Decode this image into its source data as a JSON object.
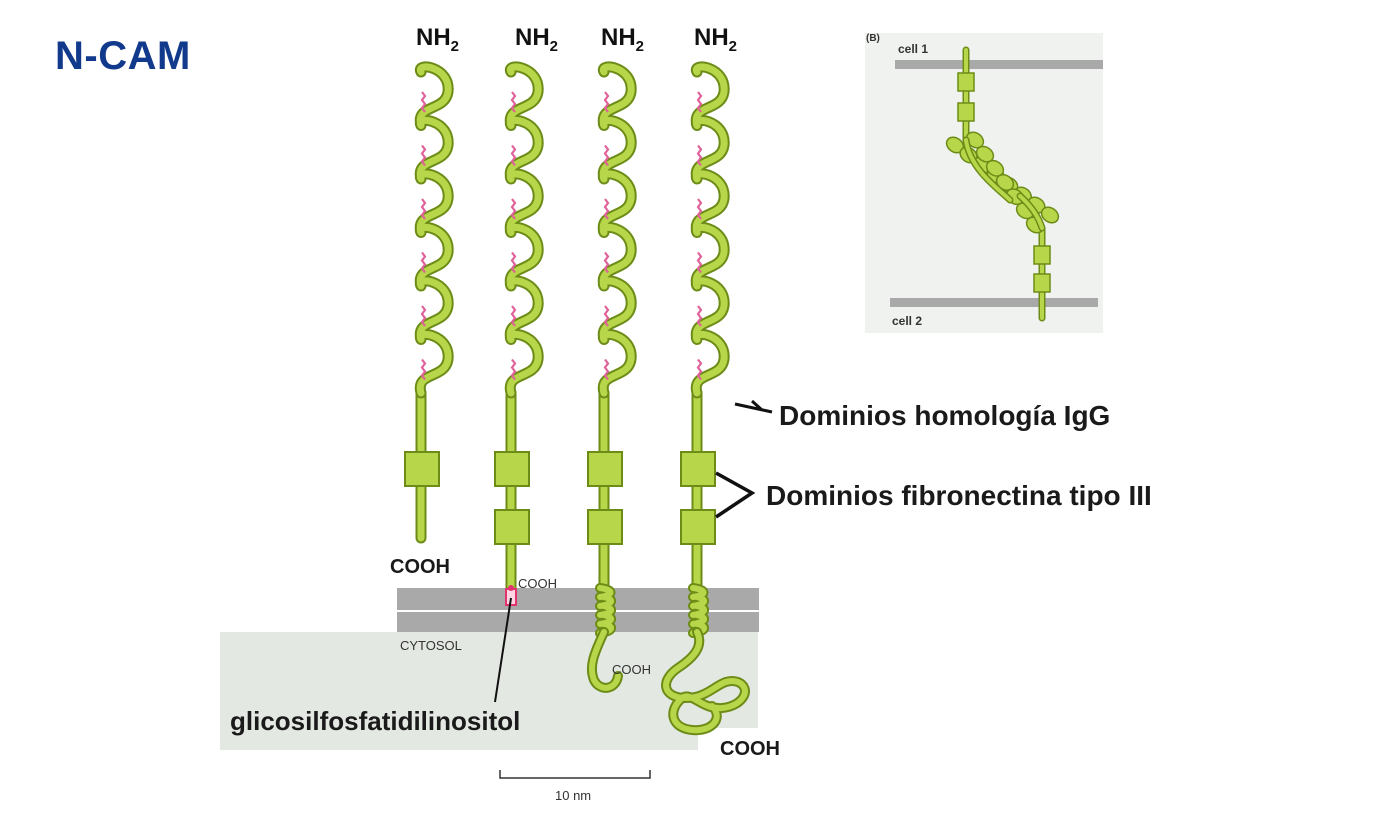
{
  "title": "N-CAM",
  "colors": {
    "title": "#123a8c",
    "protein_fill": "#b7d64a",
    "protein_stroke": "#6d8c17",
    "disulfide": "#e0629a",
    "membrane": "#a9a9a9",
    "cytosol_panel": "#e4e8e3"
  },
  "isoforms": [
    {
      "n_terminal": "NH",
      "n_sub": "2",
      "c_terminal": "COOH"
    },
    {
      "n_terminal": "NH",
      "n_sub": "2",
      "c_terminal": "COOH"
    },
    {
      "n_terminal": "NH",
      "n_sub": "2",
      "c_terminal": "COOH"
    },
    {
      "n_terminal": "NH",
      "n_sub": "2",
      "c_terminal": "COOH"
    }
  ],
  "labels": {
    "ig_domains": "Dominios homología IgG",
    "fn_domains": "Dominios fibronectina tipo III",
    "gpi": "glicosilfosfatidilinositol",
    "cytosol": "CYTOSOL",
    "scale": "10 nm"
  },
  "inset": {
    "panel_label": "(B)",
    "cell1": "cell 1",
    "cell2": "cell 2"
  }
}
